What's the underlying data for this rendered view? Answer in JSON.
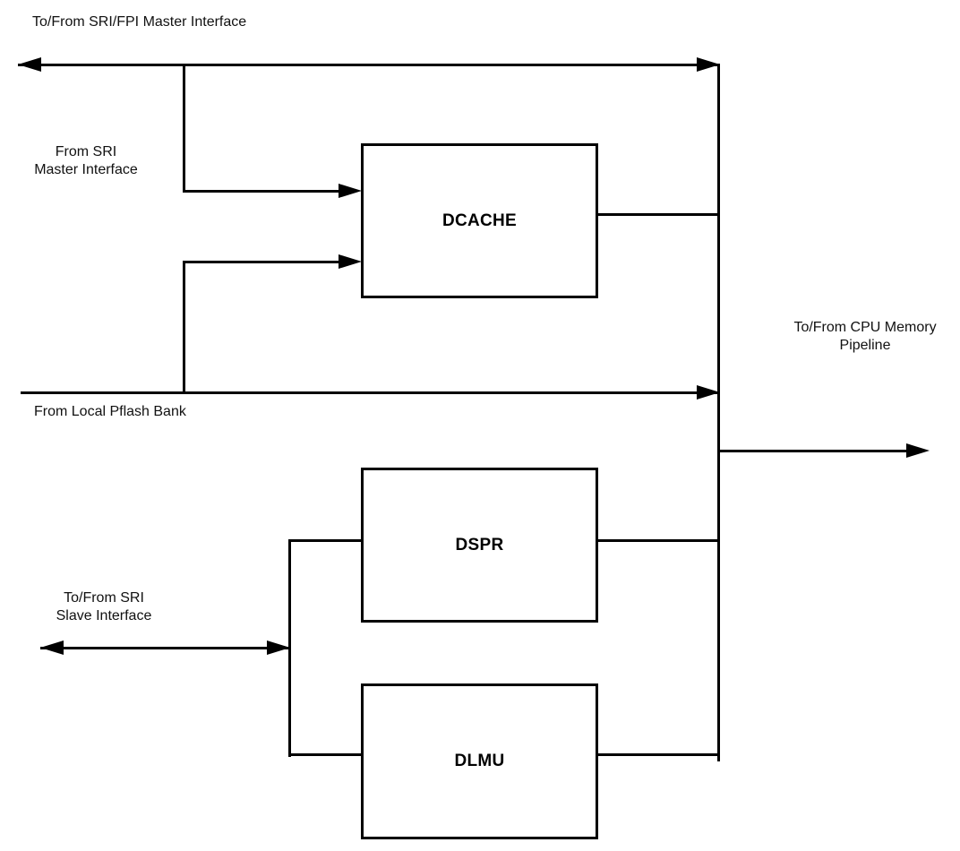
{
  "diagram": {
    "blocks": [
      {
        "id": "dcache",
        "label": "DCACHE"
      },
      {
        "id": "dspr",
        "label": "DSPR"
      },
      {
        "id": "dlmu",
        "label": "DLMU"
      }
    ],
    "labels": {
      "sri_fpi_master": "To/From SRI/FPI Master Interface",
      "from_sri_master_line1": "From SRI",
      "from_sri_master_line2": "Master Interface",
      "pflash": "From Local Pflash Bank",
      "cpu_pipeline_line1": "To/From CPU Memory",
      "cpu_pipeline_line2": "Pipeline",
      "sri_slave_line1": "To/From SRI",
      "sri_slave_line2": "Slave Interface"
    },
    "colors": {
      "line": "#000000",
      "text": "#111111",
      "background": "#ffffff"
    }
  }
}
